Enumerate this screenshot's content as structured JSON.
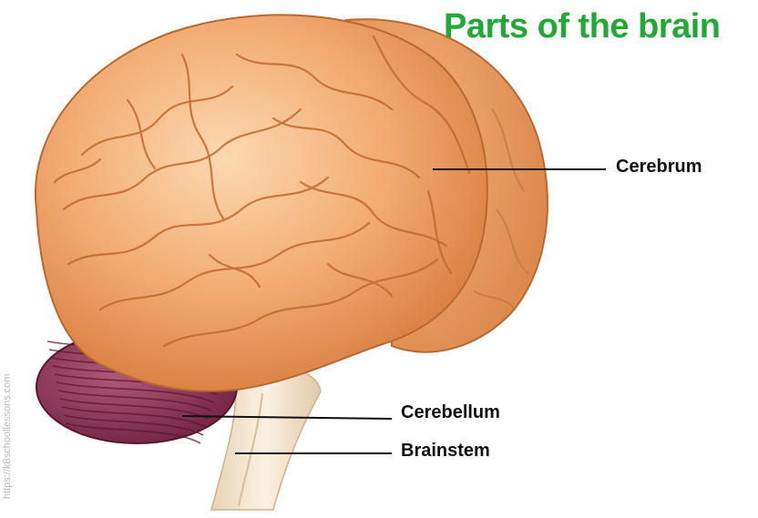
{
  "title": "Parts of the brain",
  "labels": {
    "cerebrum": "Cerebrum",
    "cerebellum": "Cerebellum",
    "brainstem": "Brainstem"
  },
  "watermark": "https://k8schoollessons.com",
  "colors": {
    "title": "#22a836",
    "cerebrum_base": "#f0a46a",
    "cerebrum_highlight": "#fbd3a6",
    "gyri_lines": "#c0692e",
    "cerebellum_base": "#8e3556",
    "cerebellum_lines": "#5a1630",
    "brainstem": "#f5e6cf",
    "leader_lines": "#111111"
  }
}
